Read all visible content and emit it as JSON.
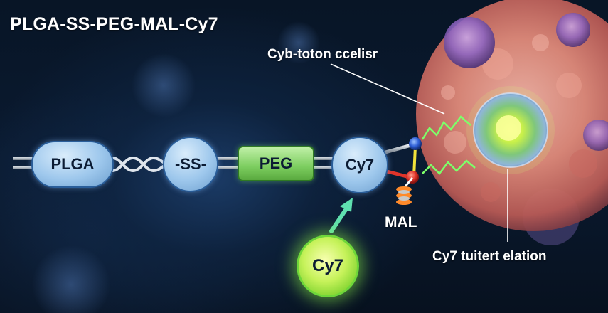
{
  "title": "PLGA-SS-PEG-MAL-Cy7",
  "labels": {
    "cell": "Cyb-toton ccelisr",
    "target": "Cy7 tuitert elation",
    "mal": "MAL"
  },
  "chain": {
    "plga": "PLGA",
    "disulfide": "-SS-",
    "peg": "PEG",
    "cy7": "Cy7"
  },
  "free_dye": "Cy7",
  "colors": {
    "background": "#0a1a30",
    "node_blue": "#9dc7ec",
    "peg_green": "#7ccd5f",
    "dye_glow": "#c6f25a",
    "cell_pink": "#e08a7a",
    "arrow_teal": "#5fe0b0",
    "signal_green": "#7dff6a"
  }
}
